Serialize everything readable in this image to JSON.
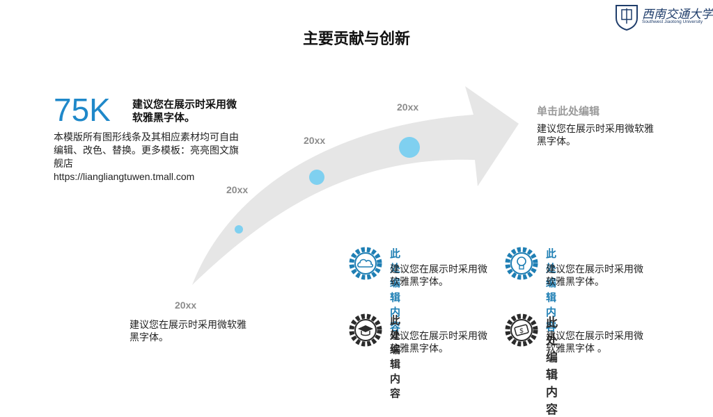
{
  "title": "主要贡献与创新",
  "logo": {
    "name": "西南交通大学",
    "sub": "Southwest Jiaotong University"
  },
  "stat": {
    "number": "75K",
    "heading": "建议您在展示时采用微软雅黑字体。",
    "description": "本模版所有图形线条及其相应素材均可自由编辑、改色、替换。更多模板：亮亮图文旗舰店",
    "url": "https://liangliangtuwen.tmall.com"
  },
  "arrow_labels": [
    "20xx",
    "20xx",
    "20xx",
    "20xx"
  ],
  "right_block": {
    "heading": "单击此处编辑",
    "text": "建议您在展示时采用微软雅黑字体。"
  },
  "bottom_text": "建议您在展示时采用微软雅黑字体。",
  "cards": [
    {
      "icon": "cloud-icon",
      "title": "此处编辑内容",
      "text": "建议您在展示时采用微软雅黑字体。",
      "color": "#1f7fb4"
    },
    {
      "icon": "lightbulb-icon",
      "title": "此处编辑内容",
      "text": "建议您在展示时采用微软雅黑字体。",
      "color": "#1f7fb4"
    },
    {
      "icon": "graduation-cap-icon",
      "title": "此处编辑内容",
      "text": "建议您在展示时采用微软雅黑字体。",
      "color": "#2b2b2b"
    },
    {
      "icon": "money-icon",
      "title": "此处编辑内容",
      "text": "建议您在展示时采用微软雅黑字体 。",
      "color": "#2b2b2b"
    }
  ],
  "colors": {
    "accent": "#1f88c9",
    "dot": "#7fd0f0",
    "arrow": "#e6e6e6",
    "dark": "#2b2b2b"
  }
}
